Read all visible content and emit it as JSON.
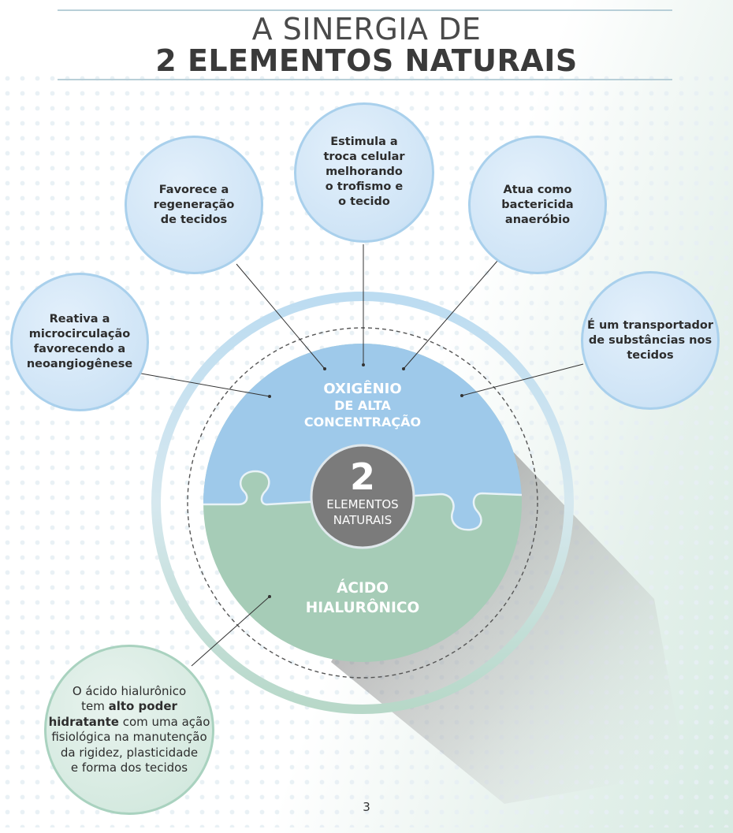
{
  "header": {
    "title_line1": "A SINERGIA DE",
    "title_line2": "2 ELEMENTOS NATURAIS"
  },
  "center": {
    "number": "2",
    "label_line1": "ELEMENTOS",
    "label_line2": "NATURAIS"
  },
  "puzzle": {
    "top_piece": {
      "line1": "OXIGÊNIO",
      "line2": "DE ALTA",
      "line3": "CONCENTRAÇÃO",
      "color": "#9ec9ea"
    },
    "bottom_piece": {
      "line1": "ÁCIDO",
      "line2": "HIALURÔNICO",
      "color": "#a6ccb7"
    }
  },
  "bubbles": {
    "regeneracao": [
      "Favorece a",
      "regeneração",
      "de tecidos"
    ],
    "troca_celular": [
      "Estimula a",
      "troca celular",
      "melhorando",
      "o trofismo e",
      "o tecido"
    ],
    "bactericida": [
      "Atua como",
      "bactericida",
      "anaeróbio"
    ],
    "microcirculacao": [
      "Reativa a",
      "microcirculação",
      "favorecendo a",
      "neoangiogênese"
    ],
    "transportador": [
      "É um transportador",
      "de substâncias nos",
      "tecidos"
    ]
  },
  "hialuronico_note": {
    "line1": "O ácido hialurônico",
    "line2_pre": "tem ",
    "line2_bold": "alto poder",
    "line3_bold": "hidratante",
    "line3_post": " com uma ação",
    "line4": "fisiológica na manutenção",
    "line5": "da rigidez, plasticidade",
    "line6": "e forma dos tecidos"
  },
  "footer": {
    "page_number": "3"
  },
  "colors": {
    "blue_accent": "#9ec9ea",
    "green_accent": "#a6ccb7",
    "center_gray": "#7b7b7b"
  }
}
